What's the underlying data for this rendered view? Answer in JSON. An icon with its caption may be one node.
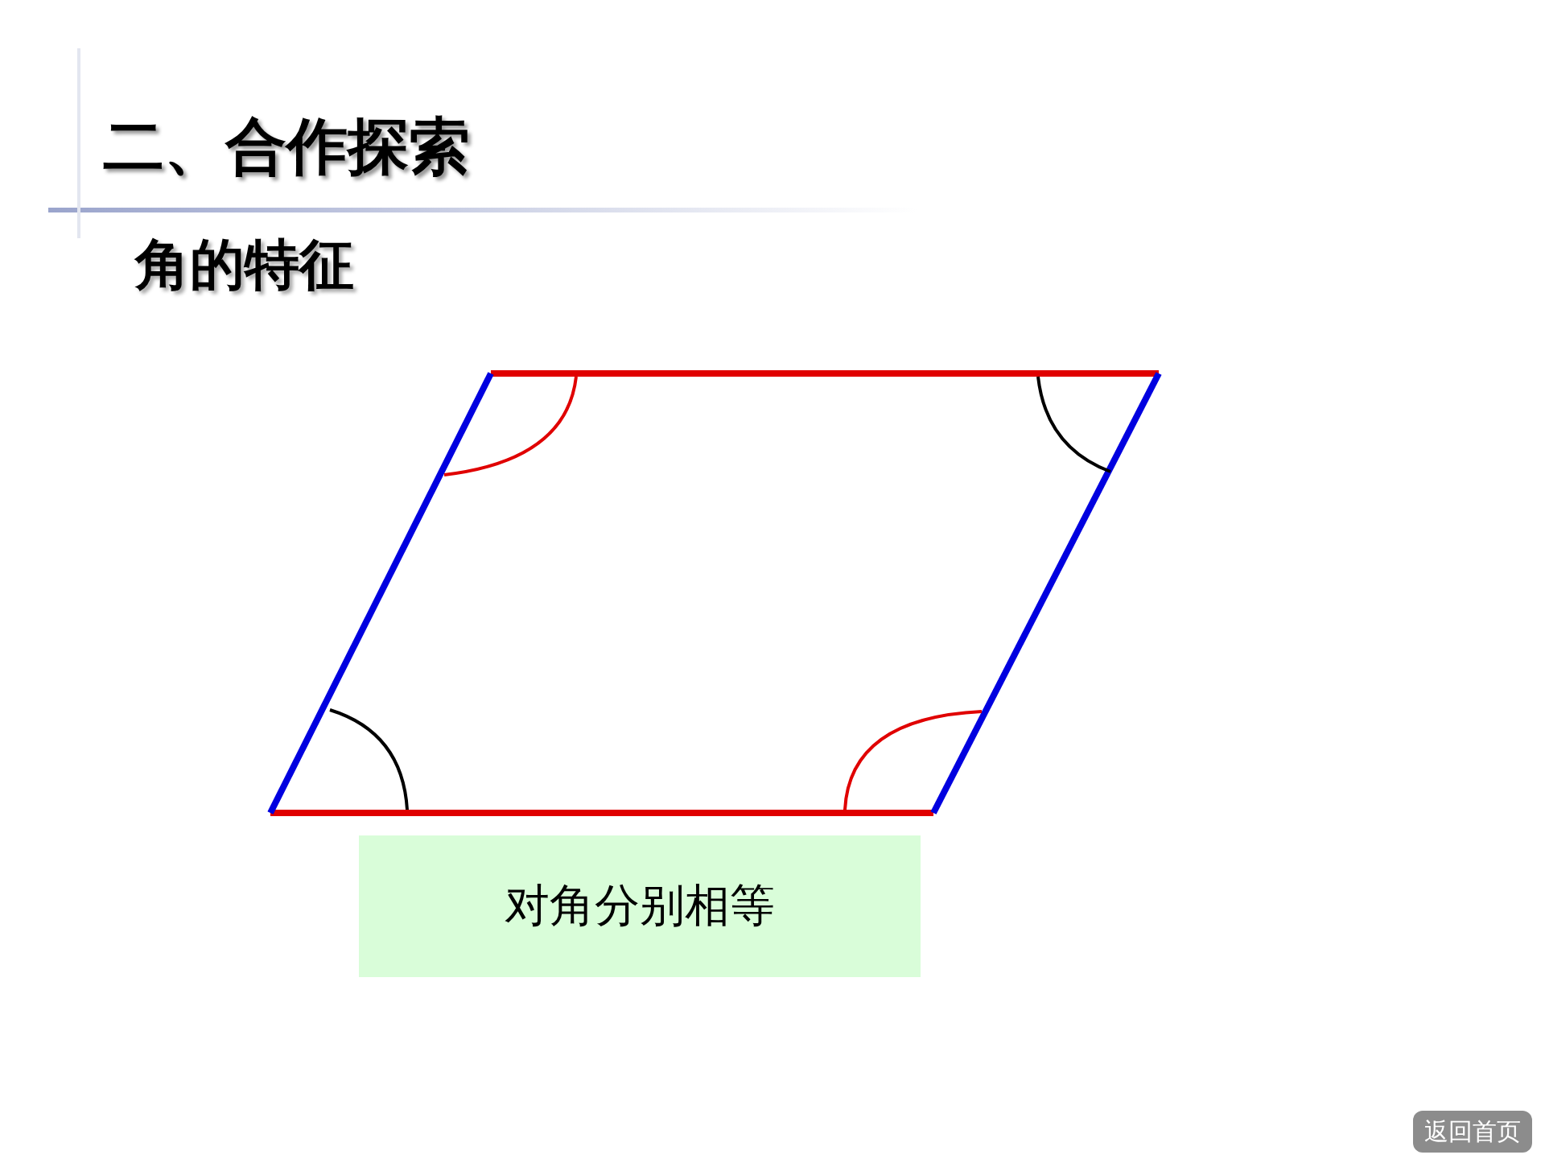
{
  "diagram": {
    "title": "二、合作探索",
    "nodes": [
      {
        "text": [
          "对角分别相等"
        ]
      }
    ],
    "labels": [
      "角的特征",
      "返回首页"
    ]
  }
}
